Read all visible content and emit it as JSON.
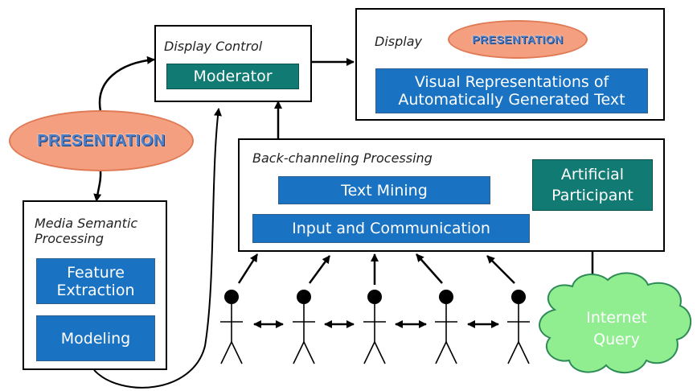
{
  "display_control": {
    "caption": "Display Control",
    "moderator": "Moderator"
  },
  "display": {
    "caption": "Display",
    "presentation": "PRESENTATION",
    "visual_rep": "Visual Representations of\nAutomatically Generated Text"
  },
  "presentation_oval": "PRESENTATION",
  "media": {
    "caption": "Media Semantic\nProcessing",
    "feature_extraction": "Feature\nExtraction",
    "modeling": "Modeling"
  },
  "backchannel": {
    "caption": "Back-channeling Processing",
    "text_mining": "Text Mining",
    "input_comm": "Input and Communication",
    "artificial_participant": "Artificial\nParticipant"
  },
  "cloud": {
    "label": "Internet\nQuery",
    "fill": "#90ee90",
    "stroke": "#2e8b57"
  },
  "colors": {
    "blue_box": "#1a73c2",
    "teal_box": "#117a73",
    "oval_fill": "#f4a080"
  },
  "participants_count": 5
}
